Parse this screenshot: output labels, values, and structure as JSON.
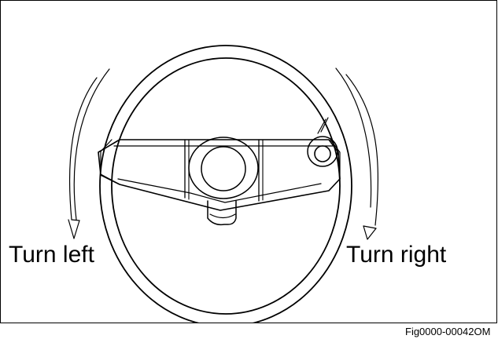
{
  "labels": {
    "turn_left": "Turn left",
    "turn_right": "Turn right"
  },
  "figure_id": "Fig0000-00042OM",
  "icons": {
    "left_arrow": "curved-arrow-down-icon",
    "right_arrow": "curved-arrow-down-icon"
  },
  "colors": {
    "line": "#000000",
    "background": "#ffffff"
  }
}
